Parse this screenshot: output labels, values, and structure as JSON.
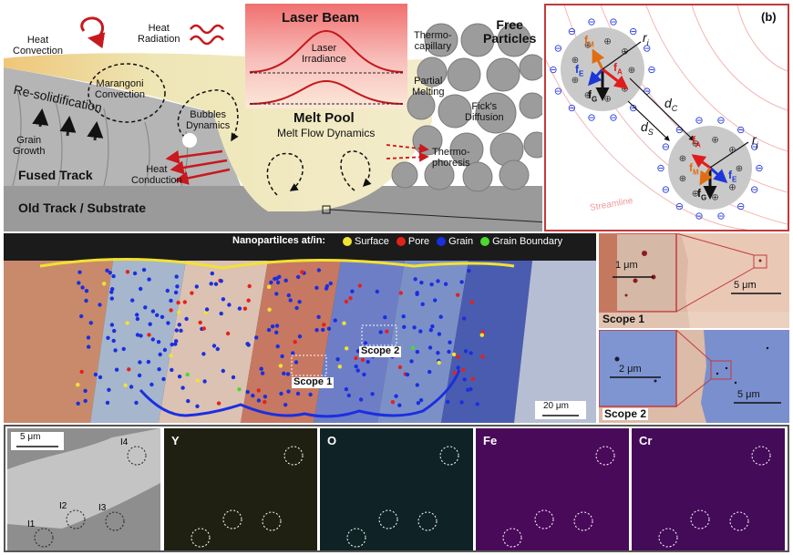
{
  "panel_a": {
    "labels": {
      "heat_convection": "Heat\nConvection",
      "heat_radiation": "Heat\nRadiation",
      "laser_beam": "Laser Beam",
      "laser_irradiance": "Laser\nIrradiance",
      "thermocapillary": "Thermo-\ncapillary",
      "free_particles": "Free\nParticles",
      "marangoni": "Marangoni\nConvection",
      "resolidification": "Re-solidification",
      "partial_melting": "Partial\nMelting",
      "ficks_diffusion": "Fick's\nDiffusion",
      "bubbles_dynamics": "Bubbles\nDynamics",
      "melt_pool": "Melt Pool",
      "melt_flow": "Melt Flow Dynamics",
      "grain_growth": "Grain\nGrowth",
      "heat_conduction": "Heat\nConduction",
      "thermophoresis": "Thermo-\nphoresis",
      "fused_track": "Fused Track",
      "old_track": "Old Track / Substrate"
    }
  },
  "panel_b": {
    "tag": "(b)",
    "streamline": "Streamline",
    "r_i": "r",
    "r_i_sub": "i",
    "r_j": "r",
    "r_j_sub": "j",
    "d_c": "d",
    "d_c_sub": "C",
    "d_s": "d",
    "d_s_sub": "S",
    "f": "f",
    "sub_m": "M",
    "sub_a": "A",
    "sub_e": "E",
    "sub_g": "G"
  },
  "sim": {
    "legend_title": "Nanopartilces at/in:",
    "legend_items": [
      {
        "label": "Surface",
        "color": "#f2e233"
      },
      {
        "label": "Pore",
        "color": "#e2231a"
      },
      {
        "label": "Grain",
        "color": "#1a2fe0"
      },
      {
        "label": "Grain Boundary",
        "color": "#4cd832"
      }
    ],
    "scope1_label": "Scope 1",
    "scope2_label": "Scope 2",
    "scalebar": "20 μm"
  },
  "scope1": {
    "title": "Scope 1",
    "inset_scale": "1 μm",
    "scale": "5 μm"
  },
  "scope2": {
    "title": "Scope  2",
    "inset_scale": "2 μm",
    "scale": "5 μm"
  },
  "eds": {
    "sem_scale": "5 μm",
    "points": [
      "I1",
      "I2",
      "I3",
      "I4"
    ],
    "maps": [
      {
        "label": "Y",
        "bg": "#202012"
      },
      {
        "label": "O",
        "bg": "#0f2226"
      },
      {
        "label": "Fe",
        "bg": "#4a0a5a"
      },
      {
        "label": "Cr",
        "bg": "#440b58"
      }
    ]
  }
}
